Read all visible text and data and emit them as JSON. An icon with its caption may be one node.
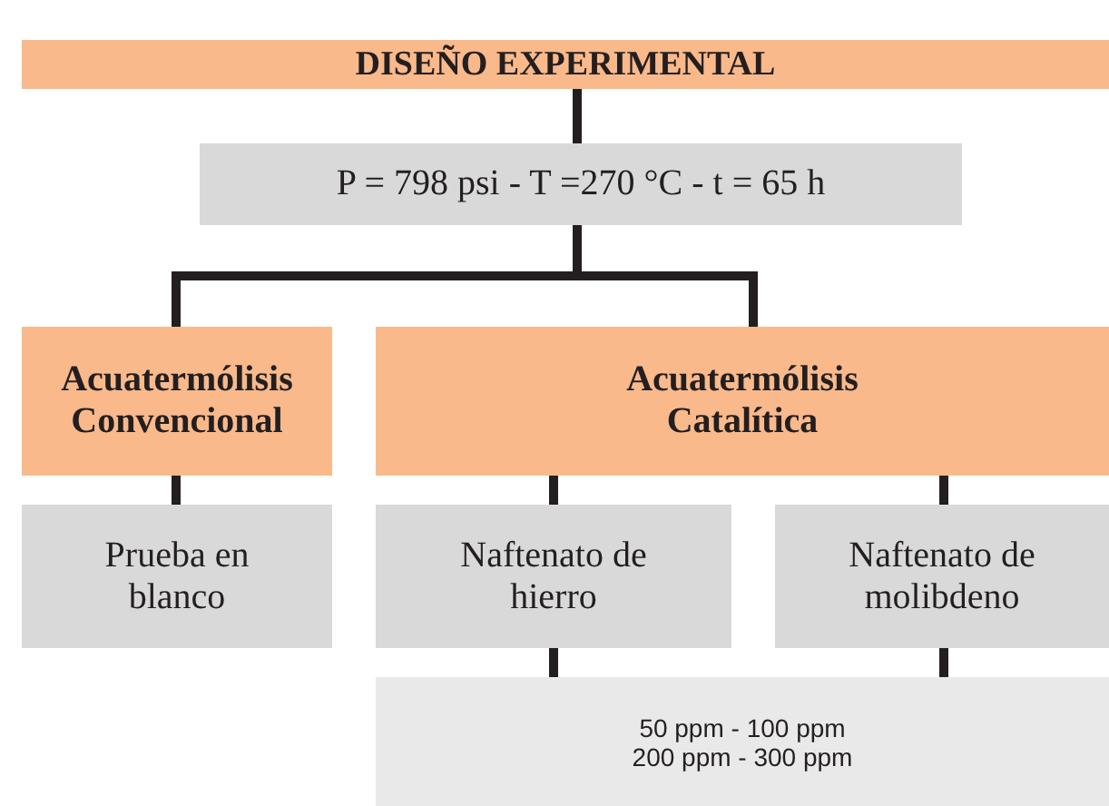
{
  "diagram": {
    "nodes": [
      {
        "text": [
          "DISEÑO EXPERIMENTAL"
        ]
      },
      {
        "text": [
          "P = 798 psi - T =270 °C - t = 65 h"
        ]
      },
      {
        "text": [
          "Acuatermólisis Convencional"
        ]
      },
      {
        "text": [
          "Acuatermólisis Catalítica"
        ]
      },
      {
        "text": [
          "Prueba en blanco"
        ]
      },
      {
        "text": [
          "Naftenato de hierro"
        ]
      },
      {
        "text": [
          "Naftenato de molibdeno"
        ]
      },
      {
        "text": [
          "50 ppm - 100 ppm 200 ppm - 300 ppm"
        ]
      }
    ],
    "edges": [
      {
        "from": 0,
        "to": 1,
        "arrow": "none"
      },
      {
        "from": 1,
        "to": 2,
        "arrow": "none"
      },
      {
        "from": 1,
        "to": 3,
        "arrow": "none"
      },
      {
        "from": 2,
        "to": 4,
        "arrow": "none"
      },
      {
        "from": 3,
        "to": 5,
        "arrow": "none"
      },
      {
        "from": 3,
        "to": 6,
        "arrow": "none"
      },
      {
        "from": 5,
        "to": 7,
        "arrow": "none"
      },
      {
        "from": 6,
        "to": 7,
        "arrow": "none"
      }
    ]
  }
}
